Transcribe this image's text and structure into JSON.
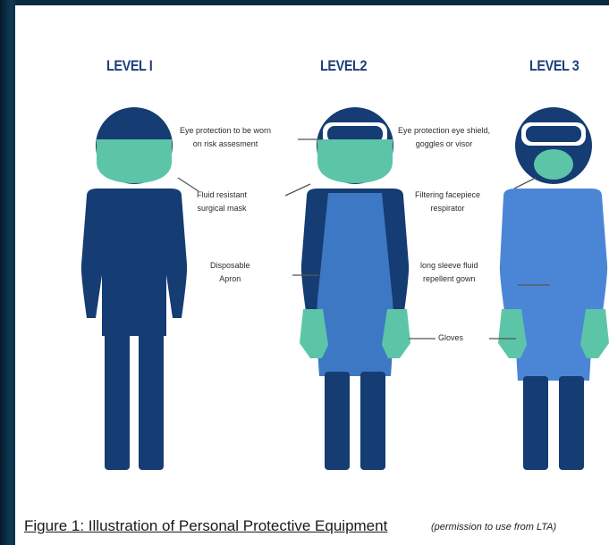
{
  "levels": [
    "LEVEL I",
    "LEVEL2",
    "LEVEL 3"
  ],
  "annotations": {
    "eye_l2": [
      "Eye protection to be worn",
      "on risk assesment"
    ],
    "eye_l3": [
      "Eye protection eye shield,",
      "goggles or visor"
    ],
    "mask": [
      "Fluid resistant",
      "surgical mask"
    ],
    "respirator": [
      "Filtering facepiece",
      "respirator"
    ],
    "apron": [
      "Disposable",
      "Apron"
    ],
    "gown": [
      "long sleeve fluid",
      "repellent gown"
    ],
    "gloves": "Gloves"
  },
  "caption": {
    "main": "Figure 1: Illustration of Personal Protective Equipment",
    "sub": "(permission to use from LTA)"
  },
  "colors": {
    "navy": "#153c73",
    "mask_teal": "#5cc5a8",
    "apron_blue": "#3d78c5",
    "gown_blue": "#4b86d6",
    "label": "#1e3f7a"
  }
}
